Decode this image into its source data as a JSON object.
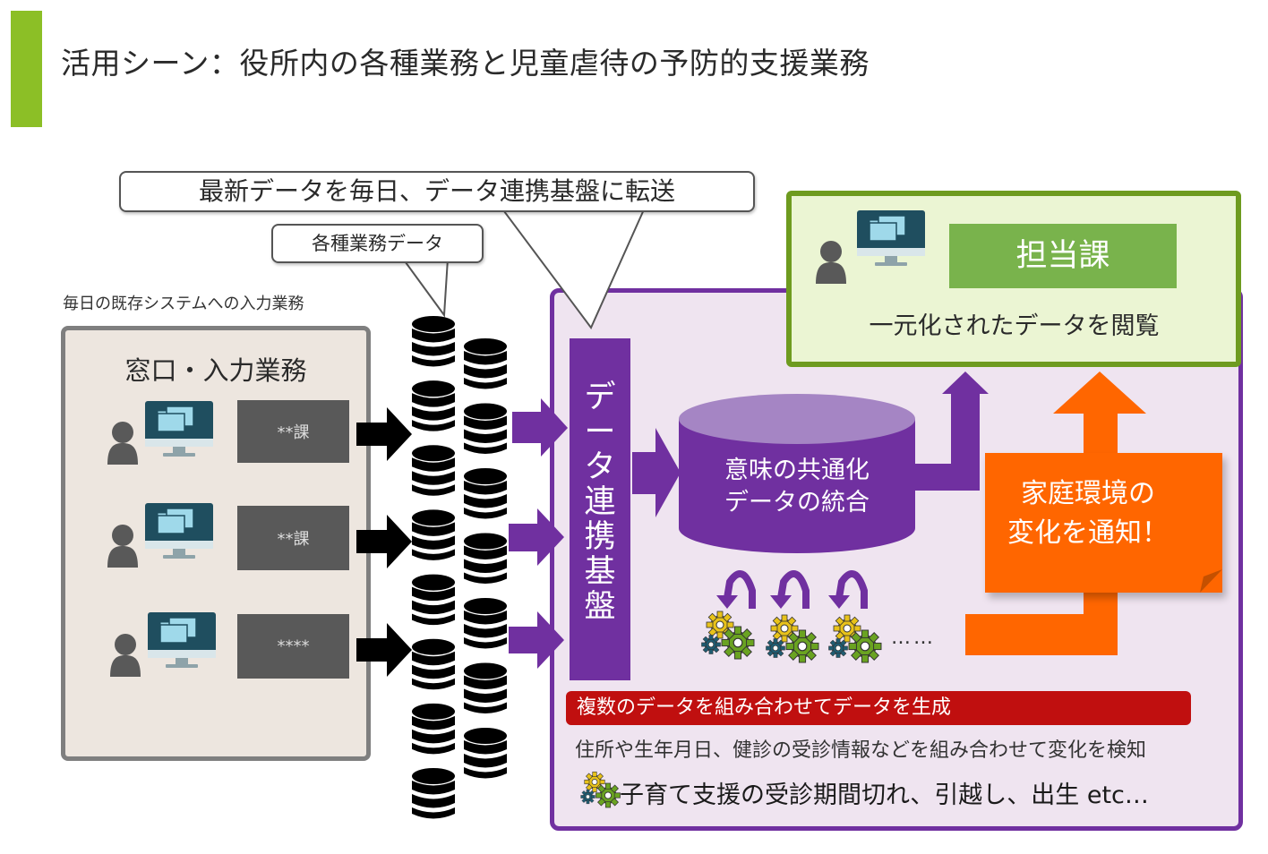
{
  "header": {
    "title": "活用シーン：役所内の各種業務と児童虐待の予防的支援業務",
    "accent_color": "#8cbf26"
  },
  "callouts": {
    "main": "最新データを毎日、データ連携基盤に転送",
    "sub": "各種業務データ"
  },
  "left_section": {
    "caption": "毎日の既存システムへの入力業務",
    "panel_title": "窓口・入力業務",
    "rows": [
      {
        "label": "**課",
        "icons": [
          "person-icon",
          "monitor-icon"
        ]
      },
      {
        "label": "**課",
        "icons": [
          "person-icon",
          "monitor-icon"
        ]
      },
      {
        "label": "****",
        "icons": [
          "person-icon",
          "monitor-icon"
        ]
      }
    ]
  },
  "database_stack": {
    "icon": "database-icon",
    "left_column_count": 8,
    "right_column_count": 7
  },
  "platform": {
    "label_chars": [
      "デ",
      "ー",
      "タ",
      "連",
      "携",
      "基",
      "盤"
    ],
    "label": "データ連携基盤",
    "color": "#7030a0"
  },
  "integration": {
    "line1": "意味の共通化",
    "line2": "データの統合",
    "gear_groups": 3,
    "ellipsis": "……"
  },
  "department": {
    "pill_label": "担当課",
    "caption": "一元化されたデータを閲覧",
    "border_color": "#6e9b1f",
    "pill_color": "#79b34c"
  },
  "notification": {
    "line1": "家庭環境の",
    "line2": "変化を通知！",
    "color": "#ff6600"
  },
  "bottom": {
    "red_band": "複数のデータを組み合わせてデータを生成",
    "red_color": "#c00f0f",
    "detect_text": "住所や生年月日、健診の受診情報などを組み合わせて変化を検知",
    "example_text": "子育て支援の受診期間切れ、引越し、出生 etc…"
  }
}
